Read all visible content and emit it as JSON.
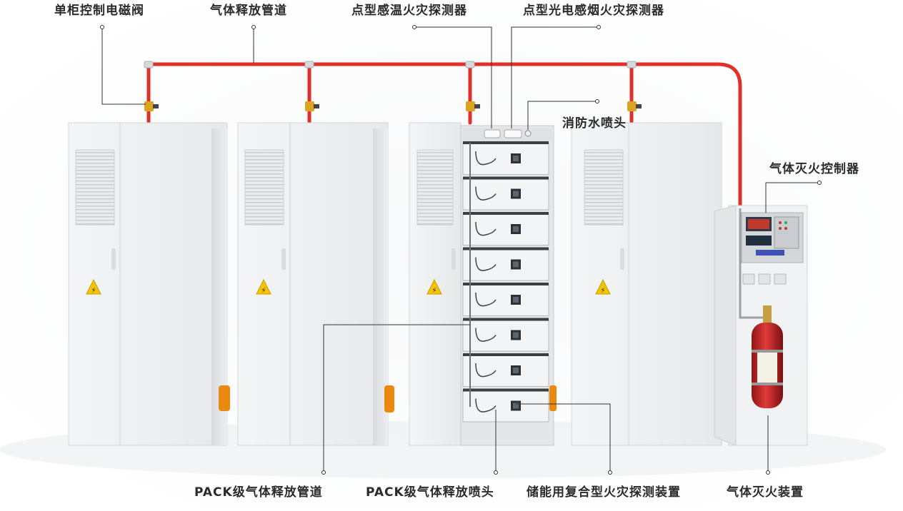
{
  "labels": {
    "solenoid_valve": "单柜控制电磁阀",
    "gas_release_pipe": "气体释放管道",
    "heat_detector": "点型感温火灾探测器",
    "smoke_detector": "点型光电感烟火灾探测器",
    "water_sprinkler": "消防水喷头",
    "gas_controller": "气体灭火控制器",
    "pack_release_pipe": "PACK级气体释放管道",
    "pack_release_nozzle": "PACK级气体释放喷头",
    "composite_detector": "储能用复合型火灾探测装置",
    "gas_extinguisher": "气体灭火装置"
  },
  "colors": {
    "pipe": "#e0302a",
    "cabinet": "#eef0f2",
    "warning": "#f5c400",
    "leader": "#333333",
    "extinguisher": "#c62828"
  },
  "icons": {
    "warning": "high-voltage-warning-icon",
    "vent": "louver-vent-icon"
  }
}
